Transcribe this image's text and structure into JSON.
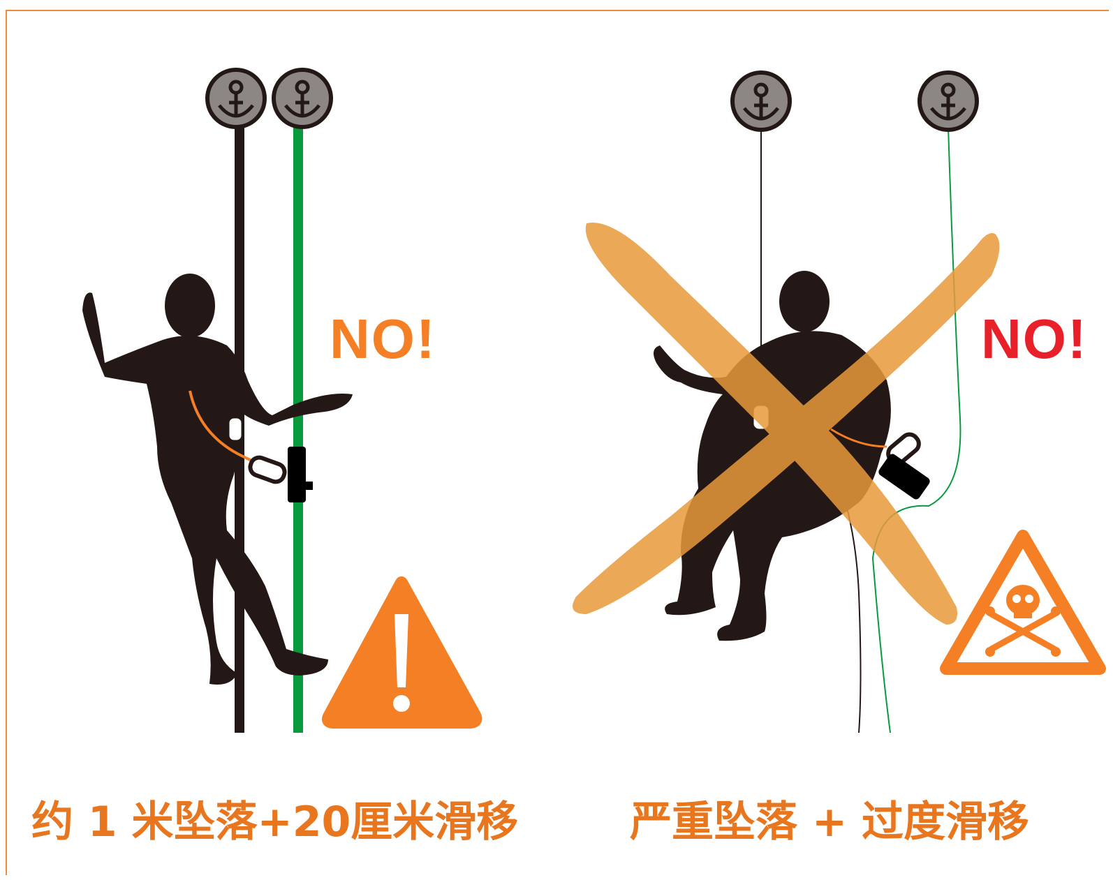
{
  "colors": {
    "orange": "#f47f24",
    "red": "#e8202a",
    "caption": "#e8761e",
    "rope_green": "#0a9a3e",
    "rope_black": "#231815",
    "silhouette": "#231815",
    "anchor_fill": "#8c8784",
    "cross": "#e89a3a"
  },
  "left_panel": {
    "no_label": "NO!",
    "caption": "约 1 米坠落+20厘米滑移",
    "warning_icon": "exclamation-warning-icon"
  },
  "right_panel": {
    "no_label": "NO!",
    "caption": "严重坠落 + 过度滑移",
    "warning_icon": "skull-crossbones-warning-icon",
    "cross_icon": "big-x-cross-icon"
  }
}
